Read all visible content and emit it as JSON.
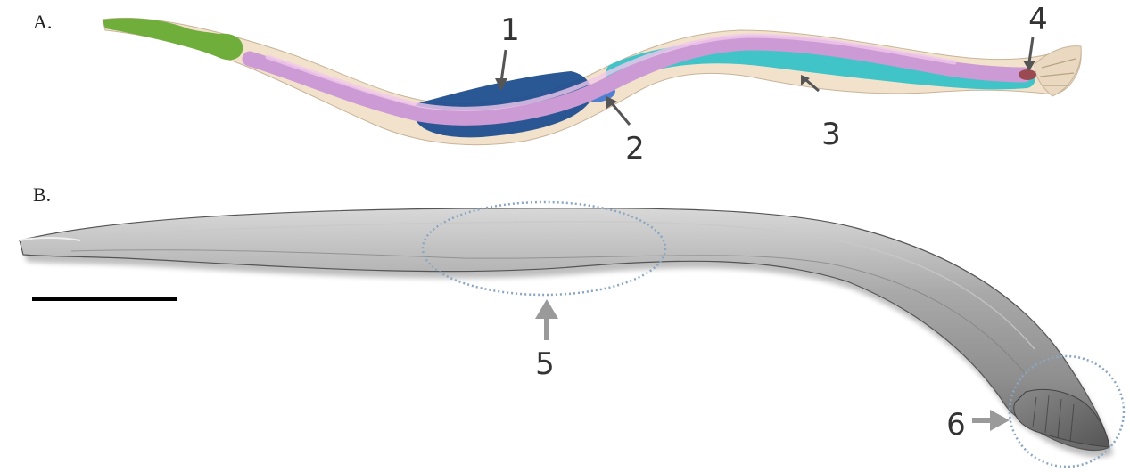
{
  "panels": [
    {
      "label": "A.",
      "type": "schematic"
    },
    {
      "label": "B.",
      "type": "micrograph"
    }
  ],
  "callouts": [
    {
      "number": "1",
      "panel": "A."
    },
    {
      "number": "2",
      "panel": "A."
    },
    {
      "number": "3",
      "panel": "A."
    },
    {
      "number": "4",
      "panel": "A."
    },
    {
      "number": "5",
      "panel": "B."
    },
    {
      "number": "6",
      "panel": "B."
    }
  ],
  "colors": {
    "body": "#f2e2cc",
    "body_outline": "#c8b49a",
    "pharynx": "#6fae3a",
    "intestine": "#cc9ad4",
    "intestine_highlight": "#f0c8ec",
    "gonad": "#1f4f8f",
    "gonad_small": "#4f7fd0",
    "tube": "#40c4c8",
    "anal_structure": "#9c4a52",
    "arrow_dark": "#555555",
    "arrow_gray": "#9a9a9a",
    "circle": "#8aa6c2",
    "worm_gray": "#9c9c9c"
  }
}
